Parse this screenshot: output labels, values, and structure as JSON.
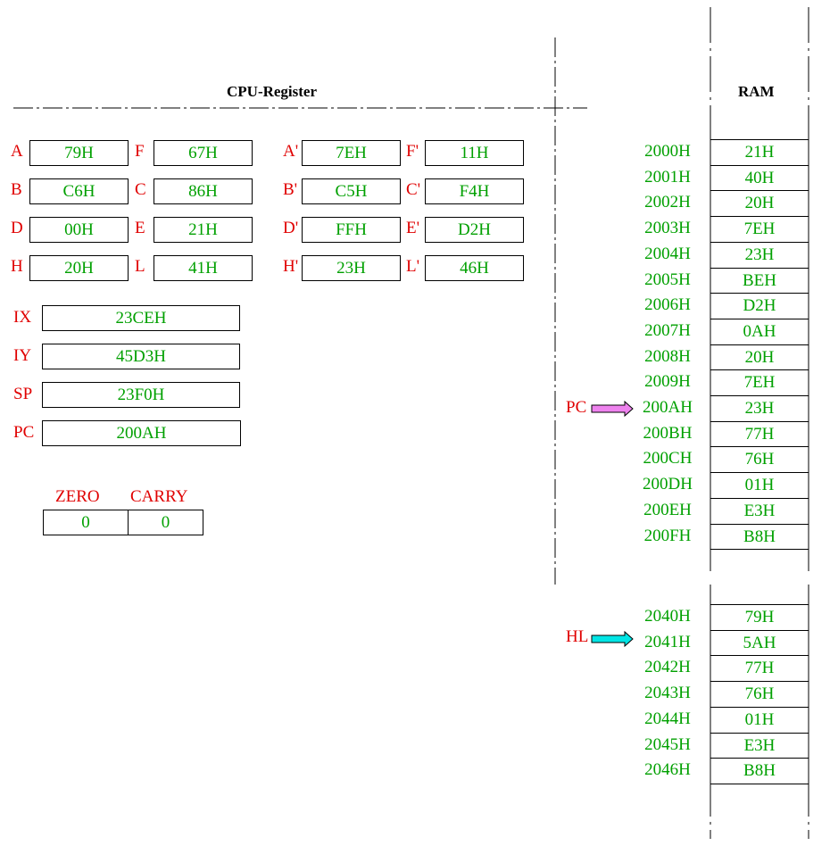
{
  "headings": {
    "cpu": "CPU-Register",
    "ram": "RAM"
  },
  "registers": {
    "main": [
      {
        "name": "A",
        "value": "79H"
      },
      {
        "name": "F",
        "value": "67H"
      },
      {
        "name": "B",
        "value": "C6H"
      },
      {
        "name": "C",
        "value": "86H"
      },
      {
        "name": "D",
        "value": "00H"
      },
      {
        "name": "E",
        "value": "21H"
      },
      {
        "name": "H",
        "value": "20H"
      },
      {
        "name": "L",
        "value": "41H"
      }
    ],
    "alt": [
      {
        "name": "A'",
        "value": "7EH"
      },
      {
        "name": "F'",
        "value": "11H"
      },
      {
        "name": "B'",
        "value": "C5H"
      },
      {
        "name": "C'",
        "value": "F4H"
      },
      {
        "name": "D'",
        "value": "FFH"
      },
      {
        "name": "E'",
        "value": "D2H"
      },
      {
        "name": "H'",
        "value": "23H"
      },
      {
        "name": "L'",
        "value": "46H"
      }
    ],
    "wide": [
      {
        "name": "IX",
        "value": "23CEH"
      },
      {
        "name": "IY",
        "value": "45D3H"
      },
      {
        "name": "SP",
        "value": "23F0H"
      },
      {
        "name": "PC",
        "value": "200AH"
      }
    ]
  },
  "flags": [
    {
      "name": "ZERO",
      "value": "0"
    },
    {
      "name": "CARRY",
      "value": "0"
    }
  ],
  "pointers": {
    "pc": {
      "label": "PC",
      "color": "#ee82ee"
    },
    "hl": {
      "label": "HL",
      "color": "#00e5e5"
    }
  },
  "ram_block1": [
    {
      "addr": "2000H",
      "value": "21H"
    },
    {
      "addr": "2001H",
      "value": "40H"
    },
    {
      "addr": "2002H",
      "value": "20H"
    },
    {
      "addr": "2003H",
      "value": "7EH"
    },
    {
      "addr": "2004H",
      "value": "23H"
    },
    {
      "addr": "2005H",
      "value": "BEH"
    },
    {
      "addr": "2006H",
      "value": "D2H"
    },
    {
      "addr": "2007H",
      "value": "0AH"
    },
    {
      "addr": "2008H",
      "value": "20H"
    },
    {
      "addr": "2009H",
      "value": "7EH"
    },
    {
      "addr": "200AH",
      "value": "23H"
    },
    {
      "addr": "200BH",
      "value": "77H"
    },
    {
      "addr": "200CH",
      "value": "76H"
    },
    {
      "addr": "200DH",
      "value": "01H"
    },
    {
      "addr": "200EH",
      "value": "E3H"
    },
    {
      "addr": "200FH",
      "value": "B8H"
    }
  ],
  "ram_block2": [
    {
      "addr": "2040H",
      "value": "79H"
    },
    {
      "addr": "2041H",
      "value": "5AH"
    },
    {
      "addr": "2042H",
      "value": "77H"
    },
    {
      "addr": "2043H",
      "value": "76H"
    },
    {
      "addr": "2044H",
      "value": "01H"
    },
    {
      "addr": "2045H",
      "value": "E3H"
    },
    {
      "addr": "2046H",
      "value": "B8H"
    }
  ]
}
